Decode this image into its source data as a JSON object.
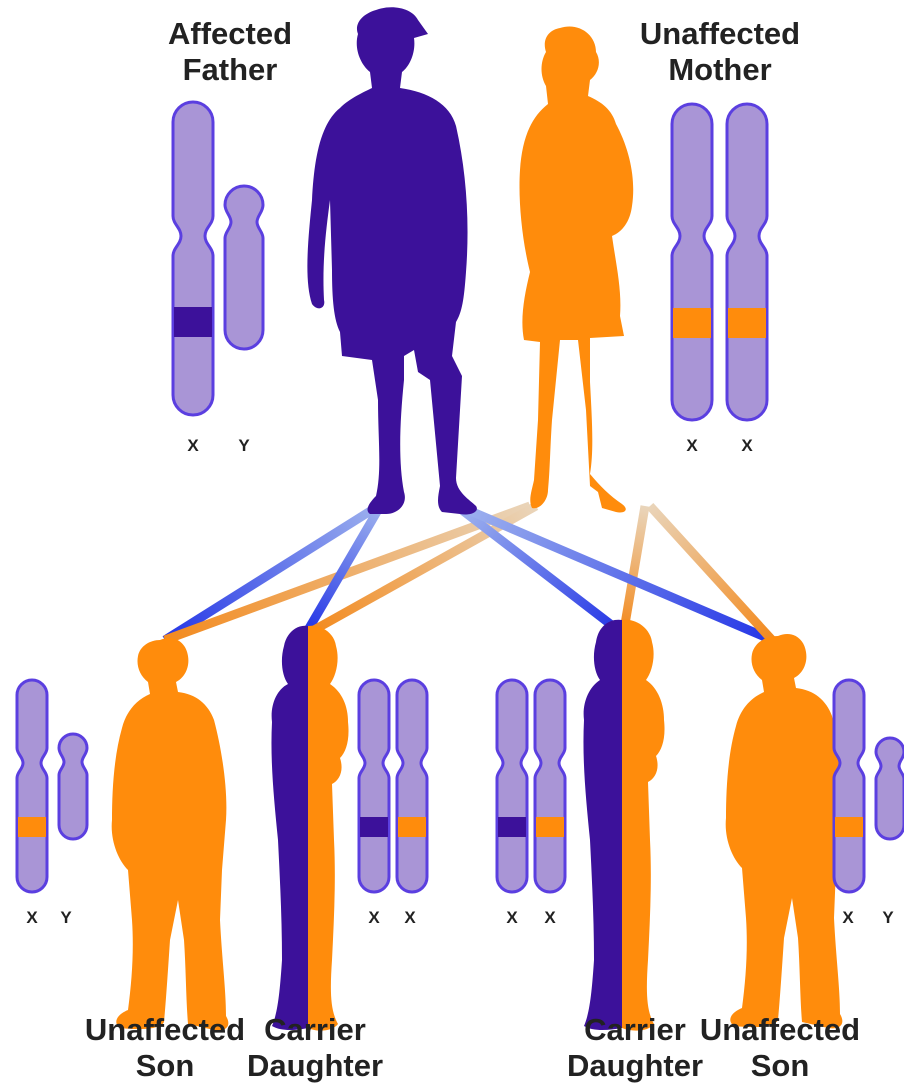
{
  "colors": {
    "affected": "#3c119a",
    "unaffected": "#ff8c0c",
    "chromosome_fill": "#a995d6",
    "chromosome_outline": "#5b3fe0",
    "father_line": "#2f3fe8",
    "mother_line": "#f19a3e"
  },
  "parents": {
    "father": {
      "line1": "Affected",
      "line2": "Father",
      "chromosomes": [
        "X",
        "Y"
      ]
    },
    "mother": {
      "line1": "Unaffected",
      "line2": "Mother",
      "chromosomes": [
        "X",
        "X"
      ]
    }
  },
  "children": [
    {
      "line1": "Unaffected",
      "line2": "Son",
      "chromosomes": [
        "X",
        "Y"
      ]
    },
    {
      "line1": "Carrier",
      "line2": "Daughter",
      "chromosomes": [
        "X",
        "X"
      ]
    },
    {
      "line1": "Carrier",
      "line2": "Daughter",
      "chromosomes": [
        "X",
        "X"
      ]
    },
    {
      "line1": "Unaffected",
      "line2": "Son",
      "chromosomes": [
        "X",
        "Y"
      ]
    }
  ]
}
